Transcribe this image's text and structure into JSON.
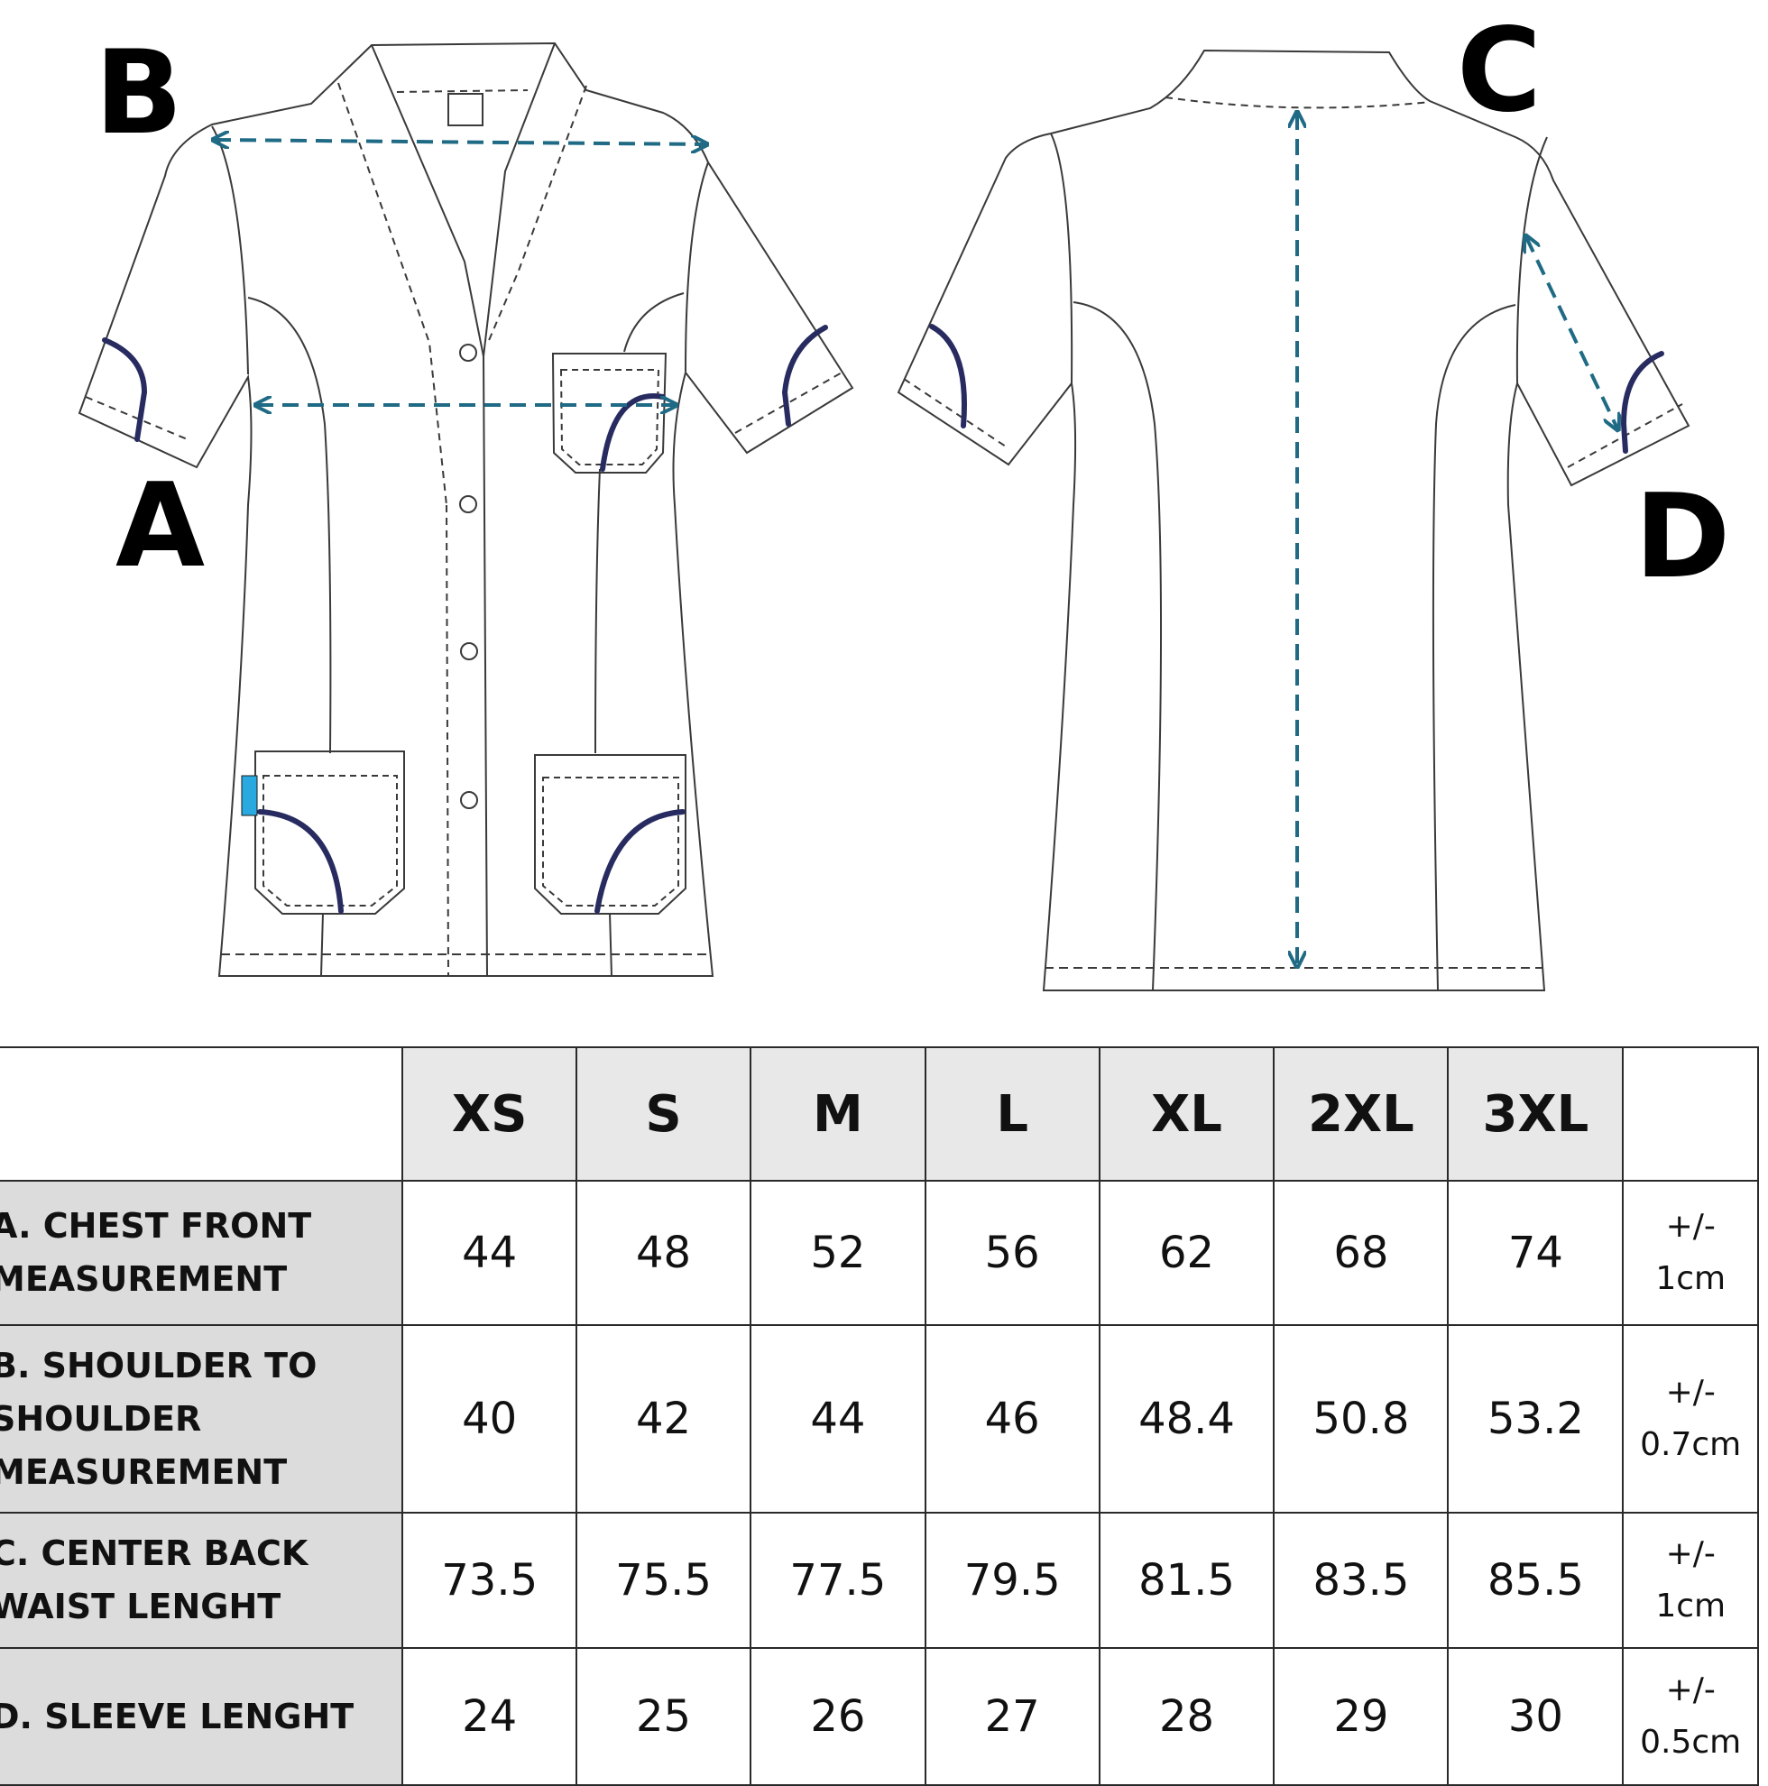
{
  "diagram": {
    "labels": {
      "a": "A",
      "b": "B",
      "c": "C",
      "d": "D"
    },
    "colors": {
      "measure_line": "#1f6a84",
      "trim": "#272b60",
      "tab": "#29a9df",
      "outline": "#3a3a3a"
    }
  },
  "table": {
    "sizes": [
      "XS",
      "S",
      "M",
      "L",
      "XL",
      "2XL",
      "3XL"
    ],
    "rows": [
      {
        "label_lines": [
          "A. CHEST FRONT",
          "MEASUREMENT"
        ],
        "values": [
          "44",
          "48",
          "52",
          "56",
          "62",
          "68",
          "74"
        ],
        "tolerance_lines": [
          "+/-",
          "1cm"
        ]
      },
      {
        "label_lines": [
          "B. SHOULDER TO",
          "SHOULDER",
          "MEASUREMENT"
        ],
        "values": [
          "40",
          "42",
          "44",
          "46",
          "48.4",
          "50.8",
          "53.2"
        ],
        "tolerance_lines": [
          "+/-",
          "0.7cm"
        ]
      },
      {
        "label_lines": [
          "C. CENTER BACK",
          "WAIST LENGHT"
        ],
        "values": [
          "73.5",
          "75.5",
          "77.5",
          "79.5",
          "81.5",
          "83.5",
          "85.5"
        ],
        "tolerance_lines": [
          "+/-",
          "1cm"
        ]
      },
      {
        "label_lines": [
          "D. SLEEVE LENGHT"
        ],
        "values": [
          "24",
          "25",
          "26",
          "27",
          "28",
          "29",
          "30"
        ],
        "tolerance_lines": [
          "+/-",
          "0.5cm"
        ]
      }
    ],
    "colors": {
      "header_bg": "#e8e8e8",
      "label_bg": "#dcdcdc",
      "border": "#2a2a2a"
    }
  }
}
